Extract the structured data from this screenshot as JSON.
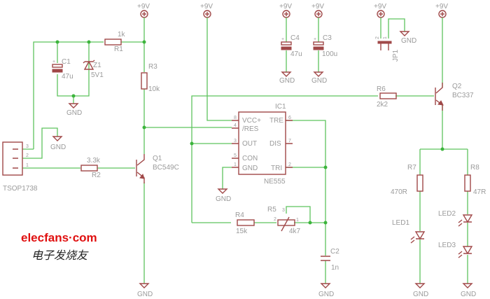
{
  "supply_label": "+9V",
  "ground_label": "GND",
  "components": {
    "R1": {
      "name": "R1",
      "value": "1k"
    },
    "R2": {
      "name": "R2",
      "value": "3.3k"
    },
    "R3": {
      "name": "R3",
      "value": "10k"
    },
    "R4": {
      "name": "R4",
      "value": "15k"
    },
    "R5": {
      "name": "R5",
      "value": "4k7"
    },
    "R6": {
      "name": "R6",
      "value": "2k2"
    },
    "R7": {
      "name": "R7",
      "value": "470R"
    },
    "R8": {
      "name": "R8",
      "value": "47R"
    },
    "C1": {
      "name": "C1",
      "value": "47u"
    },
    "C2": {
      "name": "C2",
      "value": "1n"
    },
    "C3": {
      "name": "C3",
      "value": "100u"
    },
    "C4": {
      "name": "C4",
      "value": "47u"
    },
    "Z1": {
      "name": "Z1",
      "value": "5V1"
    },
    "Q1": {
      "name": "Q1",
      "value": "BC549C"
    },
    "Q2": {
      "name": "Q2",
      "value": "BC337"
    },
    "IC1": {
      "name": "IC1",
      "value": "NE555",
      "pins_left": [
        {
          "num": "8",
          "label": "VCC+"
        },
        {
          "num": "4",
          "label": "/RES"
        },
        {
          "num": "3",
          "label": "OUT"
        },
        {
          "num": "5",
          "label": "CON"
        },
        {
          "num": "1",
          "label": "GND"
        }
      ],
      "pins_right": [
        {
          "num": "6",
          "label": "TRE"
        },
        {
          "num": "7",
          "label": "DIS"
        },
        {
          "num": "2",
          "label": "TRI"
        }
      ]
    },
    "JP1": {
      "name": "JP1",
      "pins": [
        "1",
        "2"
      ]
    },
    "TSOP": {
      "name": "TSOP1738",
      "pins": [
        "3",
        "2",
        "1"
      ]
    },
    "R5_pins": [
      "1",
      "2",
      "3"
    ],
    "LED1": {
      "name": "LED1"
    },
    "LED2": {
      "name": "LED2"
    },
    "LED3": {
      "name": "LED3"
    }
  },
  "watermark": {
    "text": "elecfans·com",
    "cn": "电子发烧友"
  },
  "colors": {
    "wire": "#5ec45e",
    "symbol": "#a04848",
    "text": "#9a9a9a",
    "watermark": "#e01010"
  }
}
